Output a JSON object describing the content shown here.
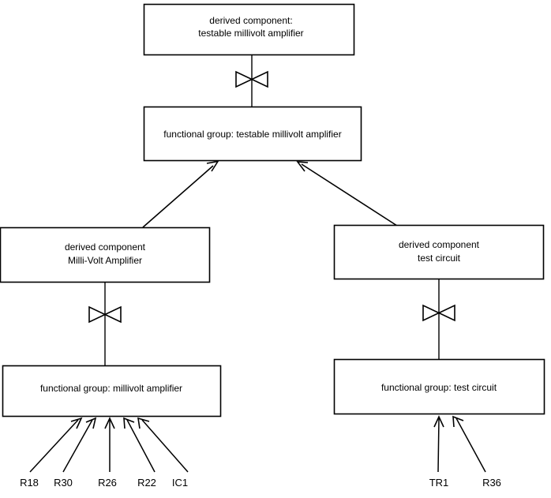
{
  "diagram": {
    "type": "hierarchy-decomposition-diagram",
    "background_color": "#ffffff",
    "line_color": "#000000",
    "text_color": "#000000",
    "nodes": {
      "top_derived": {
        "line1": "derived component:",
        "line2": " testable millivolt amplifier"
      },
      "top_functional": {
        "line1": "functional group: testable millivolt amplifier"
      },
      "left_derived": {
        "line1": "derived component",
        "line2": "Milli-Volt Amplifier"
      },
      "right_derived": {
        "line1": "derived component",
        "line2": "test circuit"
      },
      "left_functional": {
        "line1": "functional group: millivolt amplifier"
      },
      "right_functional": {
        "line1": "functional group: test circuit"
      }
    },
    "leaf_labels_left": [
      {
        "label": "R18"
      },
      {
        "label": "R30"
      },
      {
        "label": "R26"
      },
      {
        "label": "R22"
      },
      {
        "label": "IC1"
      }
    ],
    "leaf_labels_right": [
      {
        "label": "TR1"
      },
      {
        "label": "R36"
      }
    ],
    "connector_symbol": "bowtie-realization-symbol"
  }
}
